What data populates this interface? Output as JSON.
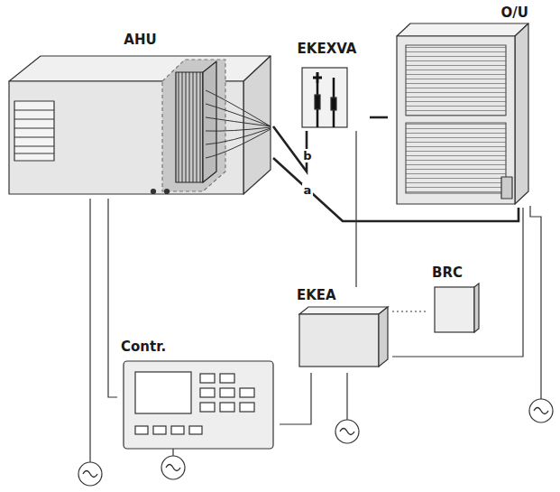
{
  "diagram": {
    "nodes": [
      {
        "text": [
          "AHU"
        ]
      },
      {
        "text": [
          "EKEXVA"
        ]
      },
      {
        "text": [
          "O/U"
        ]
      },
      {
        "text": [
          "Contr."
        ]
      },
      {
        "text": [
          "EKEA"
        ]
      },
      {
        "text": [
          "BRC"
        ]
      }
    ],
    "edges": [
      {
        "from": 0,
        "to": 1,
        "label": "b",
        "arrow": "none"
      },
      {
        "from": 1,
        "to": 2,
        "arrow": "none"
      },
      {
        "from": 0,
        "to": 2,
        "label": "a",
        "arrow": "none"
      },
      {
        "from": 0,
        "to": 3,
        "arrow": "none"
      },
      {
        "from": 1,
        "to": 4,
        "arrow": "none"
      },
      {
        "from": 3,
        "to": 4,
        "arrow": "none"
      },
      {
        "from": 4,
        "to": 2,
        "arrow": "none"
      },
      {
        "from": 4,
        "to": 5,
        "arrow": "none"
      }
    ]
  }
}
